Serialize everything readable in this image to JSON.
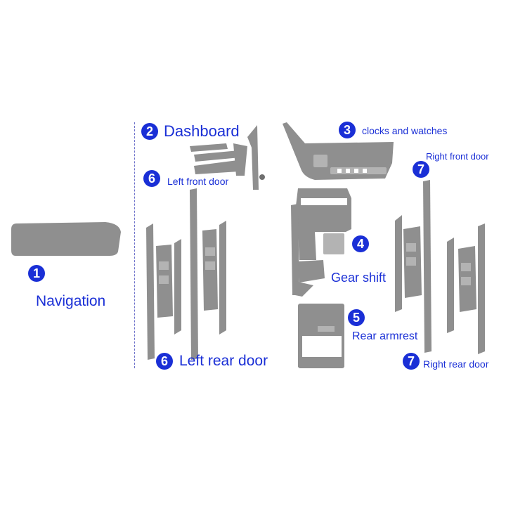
{
  "colors": {
    "accent": "#1a2fd6",
    "part": "#8f8f8f",
    "part_dark": "#6f6f6f",
    "divider": "#6b6fc9"
  },
  "parts": [
    {
      "number": "1",
      "label": "Navigation"
    },
    {
      "number": "2",
      "label": "Dashboard"
    },
    {
      "number": "3",
      "label": "clocks and watches"
    },
    {
      "number": "4",
      "label": "Gear shift"
    },
    {
      "number": "5",
      "label": "Rear armrest"
    },
    {
      "number": "6",
      "label": "Left front door"
    },
    {
      "number": "6",
      "label": "Left rear door"
    },
    {
      "number": "7",
      "label": "Right front door"
    },
    {
      "number": "7",
      "label": "Right rear door"
    }
  ]
}
